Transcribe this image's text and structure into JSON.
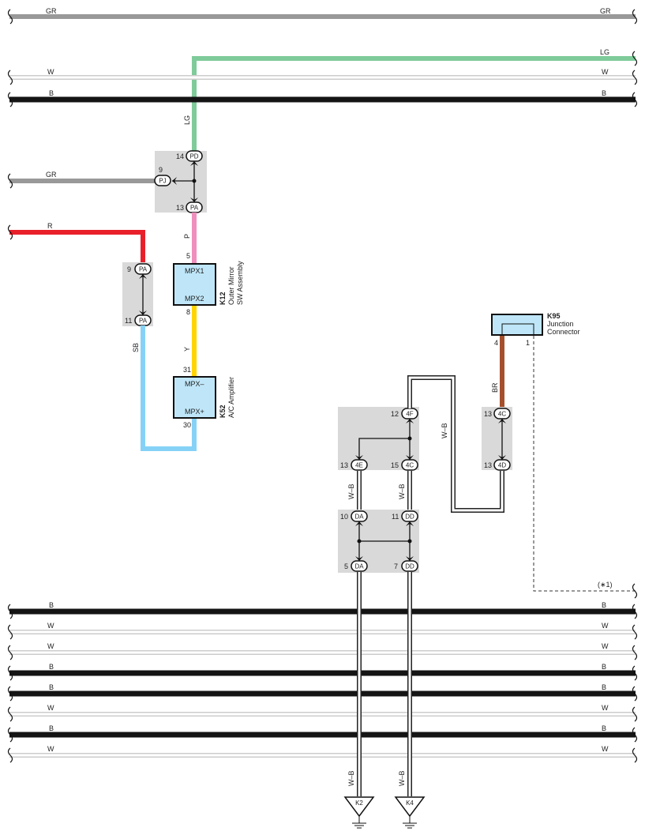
{
  "colors": {
    "GR": "#999999",
    "LG": "#7fcb9a",
    "W": "#cccccc",
    "B": "#141414",
    "R": "#e8202a",
    "P": "#ef8fbd",
    "Y": "#ffd400",
    "SB": "#86d2f7",
    "BR": "#a5502c",
    "junction_fill": "#d9d9d9",
    "component_fill": "#bfe6f8"
  },
  "wire_labels": {
    "gr": "GR",
    "lg": "LG",
    "w": "W",
    "b": "B",
    "r": "R",
    "p": "P",
    "y": "Y",
    "sb": "SB",
    "br": "BR",
    "wb": "W–B"
  },
  "pins": {
    "p14": "14",
    "p9a": "9",
    "p13a": "13",
    "p9b": "9",
    "p11": "11",
    "p5a": "5",
    "p8": "8",
    "p31": "31",
    "p30": "30",
    "p4": "4",
    "p1": "1",
    "p12": "12",
    "p13b": "13",
    "p15": "15",
    "p13c": "13",
    "p13d": "13",
    "p10": "10",
    "p11b": "11",
    "p5b": "5",
    "p7": "7"
  },
  "connectors": {
    "pd": "PD",
    "pj": "PJ",
    "pa": "PA",
    "c4f": "4F",
    "c4e": "4E",
    "c4c": "4C",
    "c4d": "4D",
    "da": "DA",
    "dd": "DD"
  },
  "components": {
    "k12": {
      "id": "K12",
      "name_line1": "Outer Mirror",
      "name_line2": "SW Assembly",
      "pin_top": "MPX1",
      "pin_bottom": "MPX2"
    },
    "k52": {
      "id": "K52",
      "name_line1": "A/C Amplifier",
      "pin_top": "MPX–",
      "pin_bottom": "MPX+"
    },
    "k95": {
      "id": "K95",
      "name_line1": "Junction",
      "name_line2": "Connector"
    }
  },
  "grounds": {
    "k2": "K2",
    "k4": "K4"
  },
  "note": "(∗1)"
}
